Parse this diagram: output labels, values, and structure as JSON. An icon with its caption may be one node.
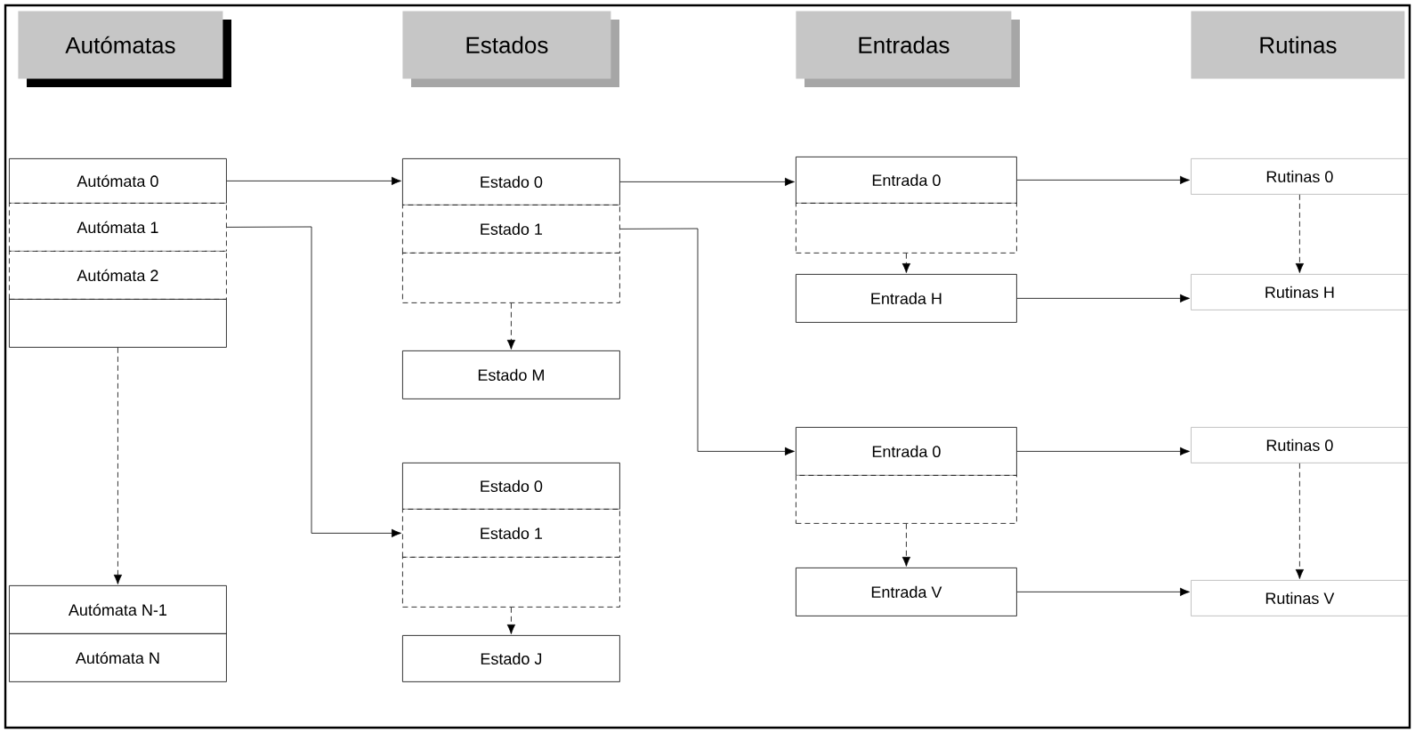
{
  "diagram": {
    "nodes": [
      {
        "text": [
          "Autómatas"
        ]
      },
      {
        "text": [
          "Estados"
        ]
      },
      {
        "text": [
          "Entradas"
        ]
      },
      {
        "text": [
          "Rutinas"
        ]
      },
      {
        "text": [
          "Autómata 0"
        ]
      },
      {
        "text": [
          "Autómata 1"
        ]
      },
      {
        "text": [
          "Autómata 2"
        ]
      },
      {
        "text": [],
        "shape": "box"
      },
      {
        "text": [
          "Autómata N-1"
        ]
      },
      {
        "text": [
          "Autómata N"
        ]
      },
      {
        "text": [
          "Estado 0"
        ]
      },
      {
        "text": [
          "Estado 1"
        ]
      },
      {
        "text": [],
        "shape": "box"
      },
      {
        "text": [
          "Estado M"
        ]
      },
      {
        "text": [
          "Estado 0"
        ]
      },
      {
        "text": [
          "Estado 1"
        ]
      },
      {
        "text": [],
        "shape": "box"
      },
      {
        "text": [
          "Estado J"
        ]
      },
      {
        "text": [
          "Entrada 0"
        ]
      },
      {
        "text": [],
        "shape": "box"
      },
      {
        "text": [
          "Entrada H"
        ]
      },
      {
        "text": [
          "Entrada 0"
        ]
      },
      {
        "text": [],
        "shape": "box"
      },
      {
        "text": [
          "Entrada V"
        ]
      },
      {
        "text": [
          "Rutinas 0"
        ]
      },
      {
        "text": [
          "Rutinas H"
        ]
      },
      {
        "text": [
          "Rutinas 0"
        ]
      },
      {
        "text": [
          "Rutinas V"
        ]
      }
    ],
    "edges": [
      {
        "from": 4,
        "to": 10,
        "arrow": "to"
      },
      {
        "from": 5,
        "to": 15,
        "arrow": "to"
      },
      {
        "from": 7,
        "to": 8,
        "arrow": "to",
        "style": "dashed"
      },
      {
        "from": 10,
        "to": 18,
        "arrow": "to"
      },
      {
        "from": 11,
        "to": 21,
        "arrow": "to"
      },
      {
        "from": 12,
        "to": 13,
        "arrow": "to",
        "style": "dashed"
      },
      {
        "from": 16,
        "to": 17,
        "arrow": "to",
        "style": "dashed"
      },
      {
        "from": 18,
        "to": 24,
        "arrow": "to"
      },
      {
        "from": 19,
        "to": 20,
        "arrow": "to",
        "style": "dashed"
      },
      {
        "from": 20,
        "to": 25,
        "arrow": "to"
      },
      {
        "from": 21,
        "to": 26,
        "arrow": "to"
      },
      {
        "from": 22,
        "to": 23,
        "arrow": "to",
        "style": "dashed"
      },
      {
        "from": 23,
        "to": 27,
        "arrow": "to"
      },
      {
        "from": 24,
        "to": 25,
        "arrow": "to",
        "style": "dashed"
      },
      {
        "from": 26,
        "to": 27,
        "arrow": "to",
        "style": "dashed"
      }
    ]
  }
}
